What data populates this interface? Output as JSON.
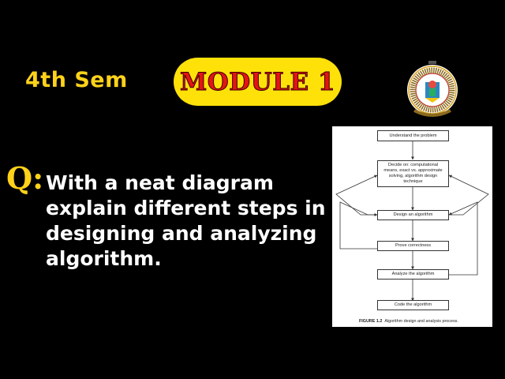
{
  "header": {
    "semester": "4th Sem",
    "module": "MODULE 1"
  },
  "question": {
    "label": "Q:",
    "text": "With a neat diagram explain different steps in designing and analyzing algorithm."
  },
  "logo": {
    "icon": "university-emblem-icon"
  },
  "figure": {
    "steps": [
      "Understand the problem",
      "Decide on: computational means, exact vs. approximate solving, algorithm design technique",
      "Design an algorithm",
      "Prove correctness",
      "Analyze the algorithm",
      "Code the algorithm"
    ],
    "caption_label": "FIGURE 1.2",
    "caption_text": "Algorithm design and analysis process."
  },
  "colors": {
    "background": "#000000",
    "accent_yellow": "#ffd21a",
    "module_text": "#e41414",
    "pill": "#ffe10a"
  }
}
